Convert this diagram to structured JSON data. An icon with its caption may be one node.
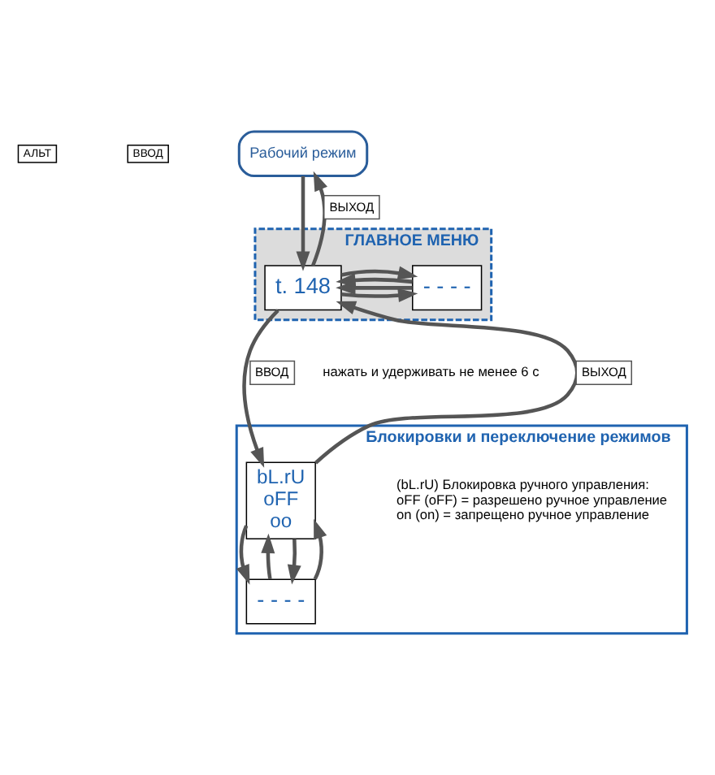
{
  "diagram": {
    "nodes": [
      {
        "text": [
          "Рабочий режим"
        ]
      },
      {
        "text": [
          "ГЛАВНОЕ МЕНЮ"
        ]
      },
      {
        "text": [
          "t. 148"
        ],
        "in": 1
      },
      {
        "text": [
          "- - - -"
        ],
        "in": 1
      },
      {
        "text": [
          "Блокировки и переключение режимов"
        ]
      },
      {
        "text": [
          "bL.rU",
          "oFF",
          "oo"
        ],
        "in": 4,
        "beside": [
          "(bL.rU) Блокировка ручного управления:",
          "oFF (oFF) = разрешено ручное управление",
          "on (on) = запрещено ручное управление"
        ]
      },
      {
        "text": [
          "- - - -"
        ],
        "in": 4
      }
    ],
    "edges": [
      {
        "from": 0,
        "to": 2,
        "arrow": "to"
      },
      {
        "from": 2,
        "to": 0,
        "arrow": "to",
        "label": "ВЫХОД"
      },
      {
        "from": 2,
        "to": 3,
        "arrow": "to"
      },
      {
        "from": 3,
        "to": 2,
        "arrow": "to"
      },
      {
        "from": 3,
        "to": 2,
        "arrow": "to"
      },
      {
        "from": 2,
        "to": 3,
        "arrow": "to"
      },
      {
        "from": 2,
        "to": 5,
        "arrow": "to",
        "label": "ВВОД"
      },
      {
        "from": 5,
        "to": 2,
        "arrow": "to",
        "label": "ВЫХОД"
      },
      {
        "from": 5,
        "to": 6,
        "arrow": "to"
      },
      {
        "from": 6,
        "to": 5,
        "arrow": "to"
      },
      {
        "from": 5,
        "to": 6,
        "arrow": "to"
      },
      {
        "from": 6,
        "to": 5,
        "arrow": "to"
      }
    ],
    "labels": [
      "АЛЬТ",
      "ВВОД",
      "нажать и удерживать не менее 6 с"
    ]
  }
}
